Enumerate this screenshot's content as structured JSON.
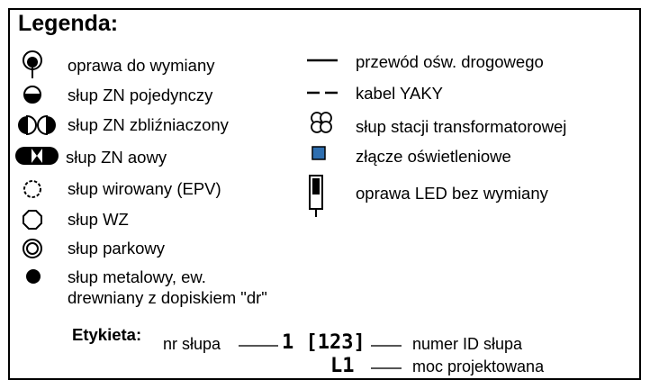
{
  "legend": {
    "title": "Legenda:",
    "left_items": [
      {
        "icon": "luminaire-replace-icon",
        "label": "oprawa do wymiany"
      },
      {
        "icon": "half-filled-circle-icon",
        "label": "słup ZN pojedynczy"
      },
      {
        "icon": "twin-half-circles-icon",
        "label": "słup ZN zbliźniaczony"
      },
      {
        "icon": "a-frame-pole-icon",
        "label": "słup ZN aowy"
      },
      {
        "icon": "dashed-circle-icon",
        "label": "słup wirowany (EPV)"
      },
      {
        "icon": "octagon-icon",
        "label": "słup WZ"
      },
      {
        "icon": "double-circle-icon",
        "label": "słup parkowy"
      },
      {
        "icon": "filled-circle-icon",
        "label_line1": "słup metalowy, ew.",
        "label_line2": "drewniany z dopiskiem \"dr\""
      }
    ],
    "right_items": [
      {
        "icon": "solid-line-icon",
        "label": "przewód ośw. drogowego"
      },
      {
        "icon": "dashed-line-icon",
        "label": "kabel YAKY"
      },
      {
        "icon": "transformer-pole-icon",
        "label": "słup stacji transformatorowej"
      },
      {
        "icon": "blue-square-icon",
        "label": "złącze oświetleniowe"
      },
      {
        "icon": "led-luminaire-icon",
        "label": "oprawa LED bez wymiany"
      }
    ],
    "label_example": {
      "heading": "Etykieta:",
      "pole_number_label": "nr słupa",
      "example_line1": "1 [123]",
      "example_line2": "L1",
      "id_label": "numer ID słupa",
      "power_label": "moc projektowana"
    },
    "colors": {
      "junction_fill": "#2f6fb0",
      "border": "#000000",
      "leader": "#555555"
    }
  }
}
